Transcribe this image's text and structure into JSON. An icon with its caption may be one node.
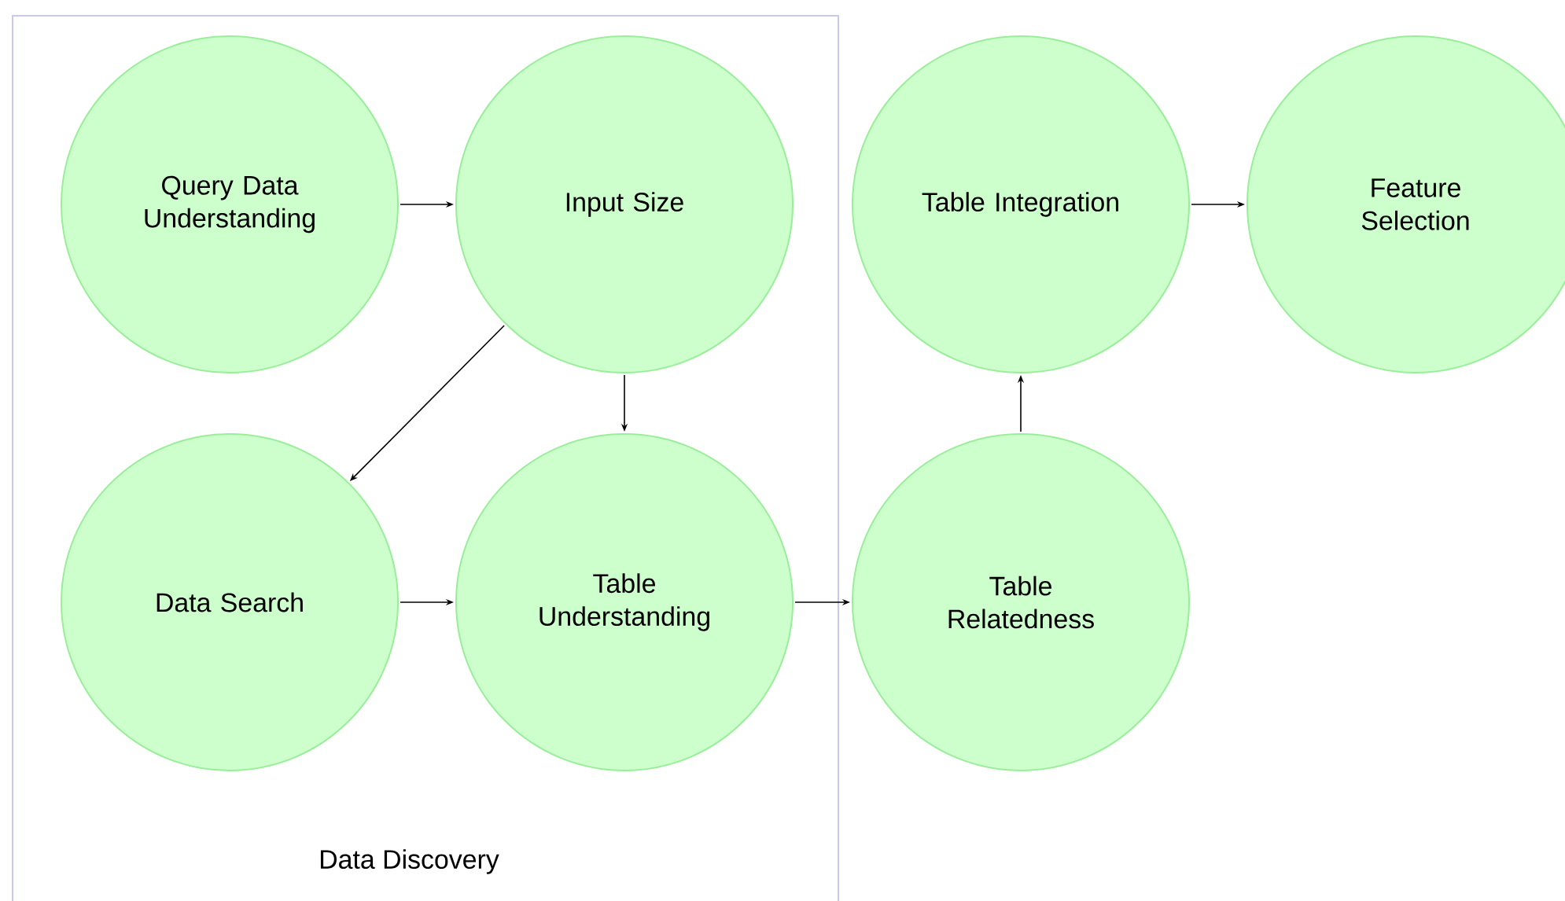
{
  "diagram": {
    "nodes": [
      {
        "text": [
          "Data Discovery"
        ]
      },
      {
        "text": [
          "Query Data Understanding"
        ],
        "in": 0
      },
      {
        "text": [
          "Input Size"
        ],
        "in": 0
      },
      {
        "text": [
          "Data Search"
        ],
        "in": 0
      },
      {
        "text": [
          "Table Understanding"
        ],
        "in": 0
      },
      {
        "text": [
          "Table Integration"
        ]
      },
      {
        "text": [
          "Feature Selection"
        ]
      },
      {
        "text": [
          "Table Relatedness"
        ]
      }
    ],
    "edges": [
      {
        "from": 1,
        "to": 2,
        "arrow": "to"
      },
      {
        "from": 2,
        "to": 3,
        "arrow": "to"
      },
      {
        "from": 2,
        "to": 4,
        "arrow": "to"
      },
      {
        "from": 3,
        "to": 4,
        "arrow": "to"
      },
      {
        "from": 4,
        "to": 7,
        "arrow": "to"
      },
      {
        "from": 7,
        "to": 5,
        "arrow": "to"
      },
      {
        "from": 5,
        "to": 6,
        "arrow": "to"
      }
    ]
  }
}
